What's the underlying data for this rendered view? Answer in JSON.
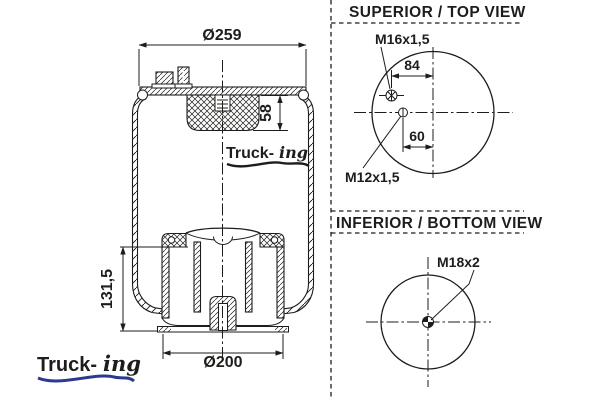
{
  "section_view": {
    "dim_top_diameter": "Ø259",
    "dim_bumper_height": "58",
    "dim_piston_height": "131,5",
    "dim_bottom_diameter": "Ø200"
  },
  "top_view": {
    "title": "SUPERIOR / TOP VIEW",
    "label_stud_m16": "M16x1,5",
    "label_stud_m12": "M12x1,5",
    "dim_horizontal_offset": "84",
    "dim_vertical_offset": "60"
  },
  "bottom_view": {
    "title": "INFERIOR / BOTTOM VIEW",
    "label_center_bolt": "M18x2"
  },
  "logo": {
    "part1": "Truck-",
    "part2": "ing",
    "blue": "#2b3a8f",
    "orange": "#f07c1f",
    "dark": "#1d1d1b"
  }
}
